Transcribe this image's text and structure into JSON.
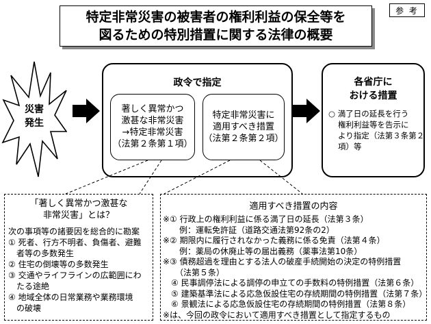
{
  "title": {
    "line1": "特定非常災害の被害者の権利利益の保全等を",
    "line2": "図るための特別措置に関する法律の概要"
  },
  "reference_label": "参 考",
  "disaster": {
    "line1": "災害",
    "line2": "発生"
  },
  "cabinet": {
    "heading": "政令で指定",
    "designation": [
      "著しく異常かつ",
      "激甚な非常災害",
      "→特定非常災害",
      "（法第２条第１項）"
    ],
    "measures": [
      "特定非常災害に",
      "適用すべき措置",
      "（法第２条第２項）"
    ]
  },
  "ministry": {
    "heading": [
      "各省庁に",
      "おける措置"
    ],
    "body": [
      "○ 満了日の延長を行う",
      "権利利益等を告示に",
      "より指定（法第３条第２",
      "項）等"
    ]
  },
  "definition": {
    "heading": [
      "「著しく異常かつ激甚な",
      "非常災害」とは？"
    ],
    "lines": [
      "次の事項等の諸要因を総合的に勘案",
      "① 死者、行方不明者、負傷者、避難",
      "　者等の多数発生",
      "② 住宅の倒壊等の多数発生",
      "③ 交通やライフラインの広範囲にわ",
      "　たる途絶",
      "④ 地域全体の日常業務や業務環境",
      "　の破壊"
    ]
  },
  "contents": {
    "heading": "適用すべき措置の内容",
    "lines": [
      "※① 行政上の権利利益に係る満了日の延長（法第３条）",
      "　　例：運転免許証（道路交通法第92条の2）",
      "※② 期限内に履行されなかった義務に係る免責（法第４条）",
      "　　例：薬局の休廃止等の届出義務（薬事法第10条）",
      "※③ 債務超過を理由とする法人の破産手続開始の決定の特例措置",
      "　　（法第５条）",
      "　④ 民事調停法による調停の申立ての手数料の特例措置（法第６条）",
      "　⑤ 建築基準法による応急仮設住宅の存続期間の特例措置（法第７条）",
      "　⑥ 景観法による応急仮設住宅の存続期間の特例措置（法第８条）",
      "※は、今回の政令において適用すべき措置として指定するもの"
    ]
  }
}
